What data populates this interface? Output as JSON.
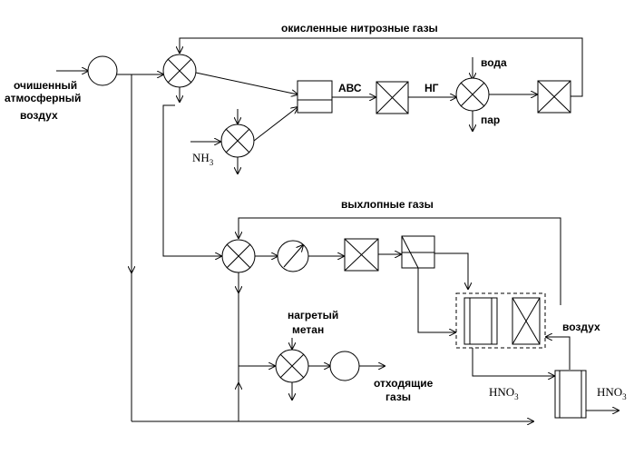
{
  "labels": {
    "purified_air_1": "очишенный",
    "purified_air_2": "атмосферный",
    "purified_air_3": "воздух",
    "oxidized_nitrous_gases": "окисленные нитрозные газы",
    "avs": "АВС",
    "ng": "НГ",
    "water": "вода",
    "steam": "пар",
    "nh3_base": "NH",
    "nh3_sub": "3",
    "exhaust_gases": "выхлопные газы",
    "heated_methane_1": "нагретый",
    "heated_methane_2": "метан",
    "outgoing_gases_1": "отходящие",
    "outgoing_gases_2": "газы",
    "air": "воздух",
    "hno3_a_base": "HNO",
    "hno3_a_sub": "3",
    "hno3_b_base": "HNO",
    "hno3_b_sub": "3"
  }
}
